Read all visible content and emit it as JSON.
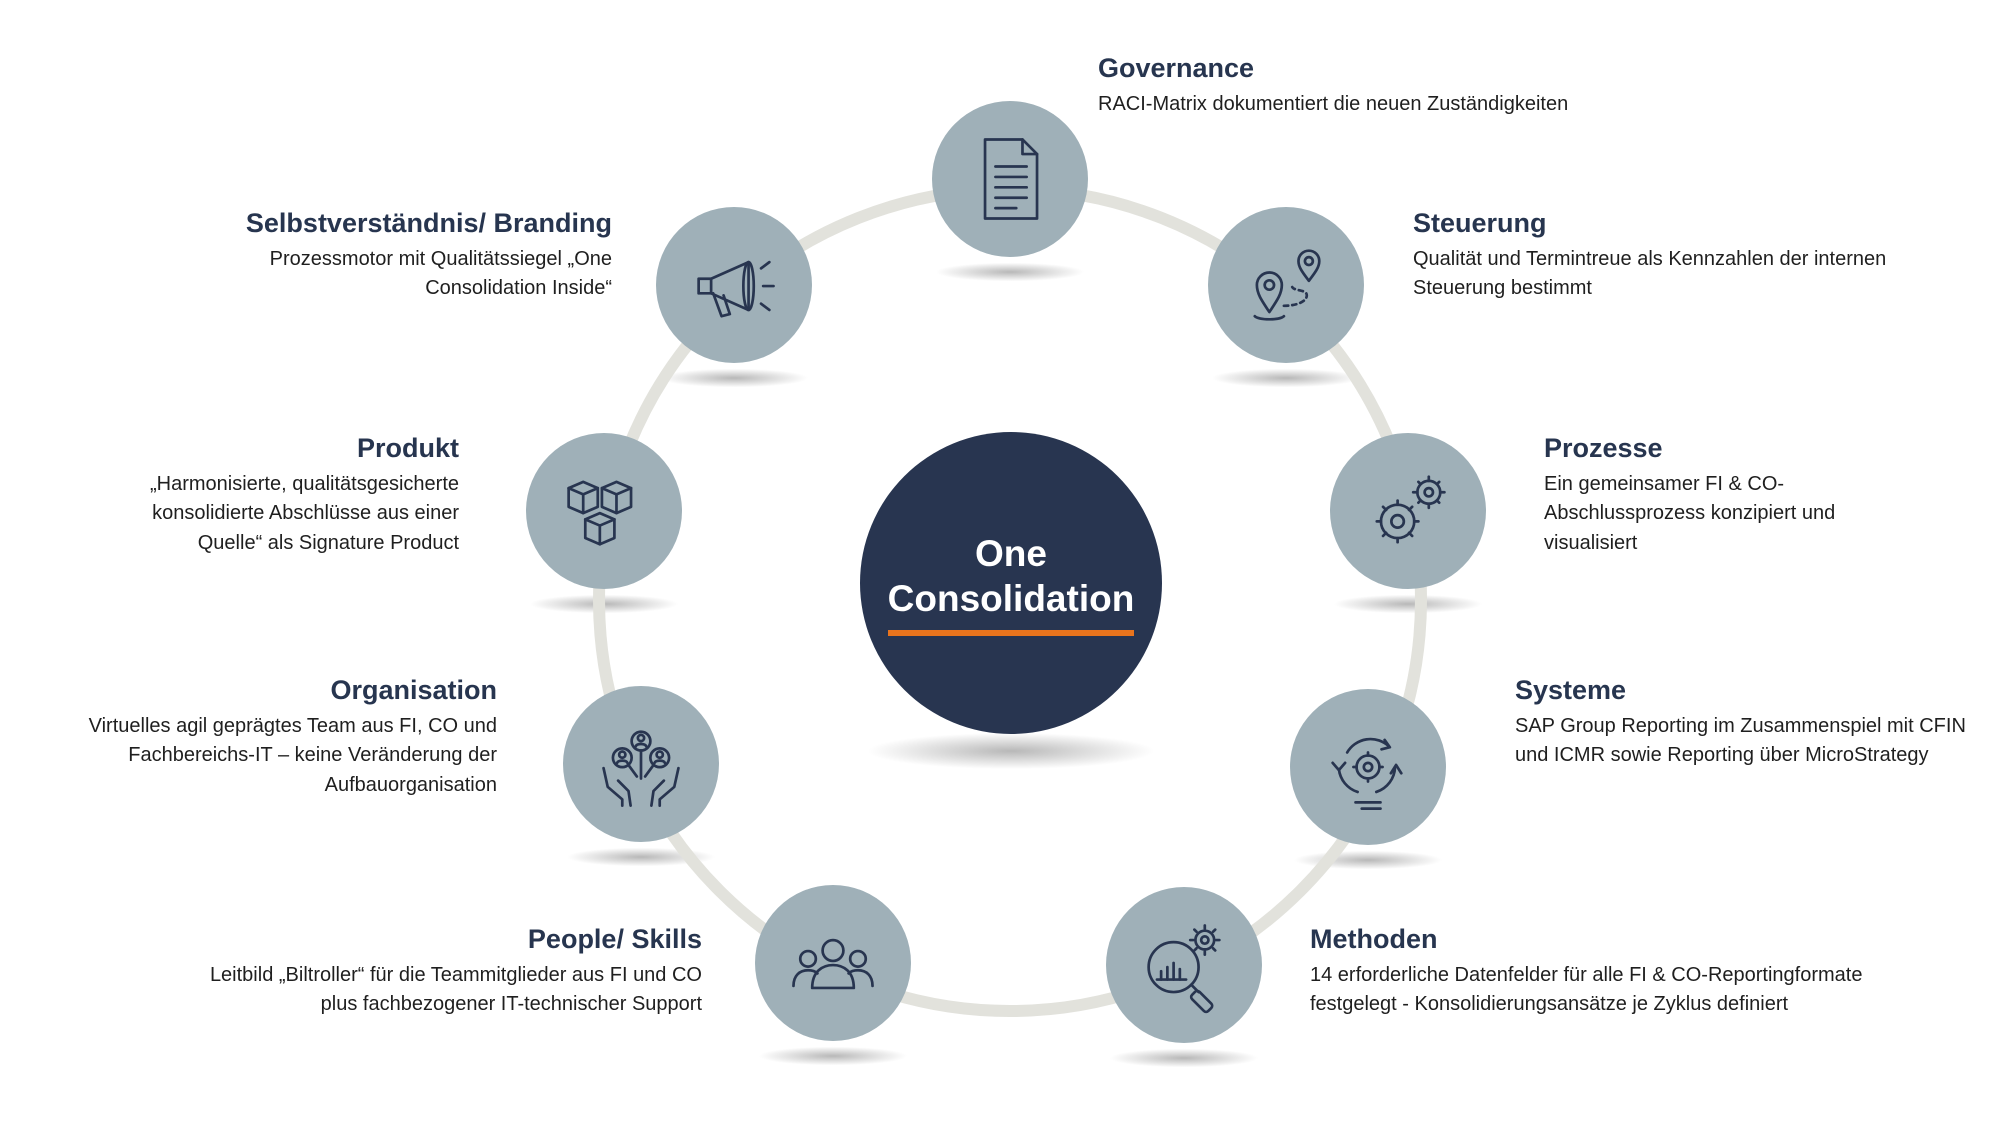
{
  "center": {
    "line1": "One",
    "line2": "Consolidation"
  },
  "colors": {
    "ring": "#e2e2dc",
    "node_fill": "#9fb0b8",
    "center_fill": "#283550",
    "accent_underline": "#e9741d",
    "title_text": "#27354f",
    "icon_stroke": "#283550"
  },
  "nodes": [
    {
      "id": "governance",
      "icon": "document-icon",
      "title": "Governance",
      "description": "RACI-Matrix dokumentiert die neuen Zuständigkeiten"
    },
    {
      "id": "steuerung",
      "icon": "route-pins-icon",
      "title": "Steuerung",
      "description": "Qualität und Termintreue als Kennzahlen der internen Steuerung bestimmt"
    },
    {
      "id": "prozesse",
      "icon": "gears-icon",
      "title": "Prozesse",
      "description": "Ein gemeinsamer FI & CO-Abschlussprozess konzipiert und visualisiert"
    },
    {
      "id": "systeme",
      "icon": "cycle-gear-icon",
      "title": "Systeme",
      "description": "SAP Group Reporting im Zusammenspiel mit CFIN und ICMR sowie Reporting über MicroStrategy"
    },
    {
      "id": "methoden",
      "icon": "analytics-magnifier-icon",
      "title": "Methoden",
      "description": "14 erforderliche Datenfelder für alle FI & CO-Reportingformate festgelegt - Konsolidierungsansätze je Zyklus definiert"
    },
    {
      "id": "people-skills",
      "icon": "people-group-icon",
      "title": "People/ Skills",
      "description": "Leitbild „Biltroller“ für die Teammitglieder aus FI und CO plus fachbezogener IT-technischer Support"
    },
    {
      "id": "organisation",
      "icon": "hands-people-icon",
      "title": "Organisation",
      "description": "Virtuelles agil geprägtes Team aus FI, CO und Fachbereichs-IT – keine Veränderung der Aufbauorganisation"
    },
    {
      "id": "produkt",
      "icon": "boxes-icon",
      "title": "Produkt",
      "description": "„Harmonisierte, qualitätsgesicherte konsolidierte Abschlüsse aus einer Quelle“ als Signature Product"
    },
    {
      "id": "branding",
      "icon": "megaphone-icon",
      "title": "Selbstverständnis/ Branding",
      "description": "Prozessmotor mit Qualitätssiegel „One Consolidation Inside“"
    }
  ]
}
